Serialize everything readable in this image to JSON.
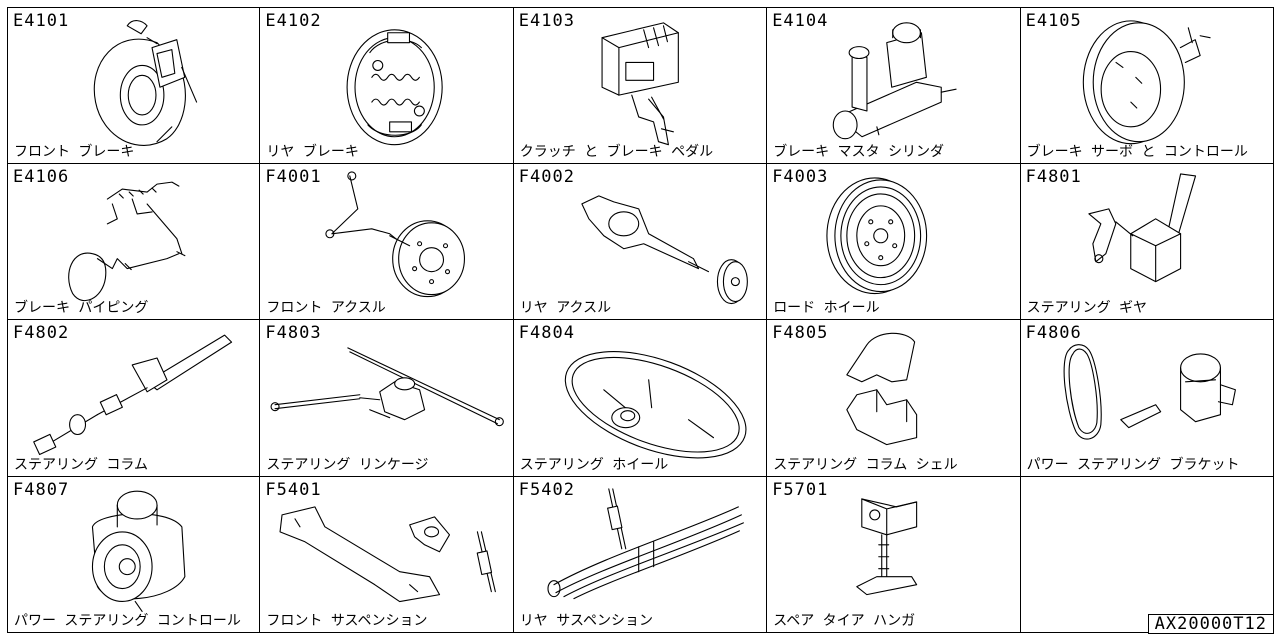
{
  "cells": [
    {
      "code": "E4101",
      "label": "フロント ブレーキ",
      "icon": "front-brake-illustration"
    },
    {
      "code": "E4102",
      "label": "リヤ ブレーキ",
      "icon": "rear-brake-illustration"
    },
    {
      "code": "E4103",
      "label": "クラッチ と ブレーキ ペダル",
      "icon": "clutch-brake-pedal-illustration"
    },
    {
      "code": "E4104",
      "label": "ブレーキ マスタ シリンダ",
      "icon": "master-cylinder-illustration"
    },
    {
      "code": "E4105",
      "label": "ブレーキ サーボ と コントロール",
      "icon": "brake-servo-illustration"
    },
    {
      "code": "E4106",
      "label": "ブレーキ パイピング",
      "icon": "brake-piping-illustration"
    },
    {
      "code": "F4001",
      "label": "フロント アクスル",
      "icon": "front-axle-illustration"
    },
    {
      "code": "F4002",
      "label": "リヤ アクスル",
      "icon": "rear-axle-illustration"
    },
    {
      "code": "F4003",
      "label": "ロード ホイール",
      "icon": "road-wheel-illustration"
    },
    {
      "code": "F4801",
      "label": "ステアリング ギヤ",
      "icon": "steering-gear-illustration"
    },
    {
      "code": "F4802",
      "label": "ステアリング コラム",
      "icon": "steering-column-illustration"
    },
    {
      "code": "F4803",
      "label": "ステアリング リンケージ",
      "icon": "steering-linkage-illustration"
    },
    {
      "code": "F4804",
      "label": "ステアリング ホイール",
      "icon": "steering-wheel-illustration"
    },
    {
      "code": "F4805",
      "label": "ステアリング コラム シェル",
      "icon": "column-shell-illustration"
    },
    {
      "code": "F4806",
      "label": "パワー ステアリング ブラケット",
      "icon": "power-steering-bracket-illustration"
    },
    {
      "code": "F4807",
      "label": "パワー ステアリング コントロール",
      "icon": "power-steering-pump-illustration"
    },
    {
      "code": "F5401",
      "label": "フロント サスペンション",
      "icon": "front-suspension-illustration"
    },
    {
      "code": "F5402",
      "label": "リヤ サスペンション",
      "icon": "rear-suspension-illustration"
    },
    {
      "code": "F5701",
      "label": "スペア タイア ハンガ",
      "icon": "spare-tire-hanger-illustration"
    }
  ],
  "drawing_number": "AX20000T12"
}
